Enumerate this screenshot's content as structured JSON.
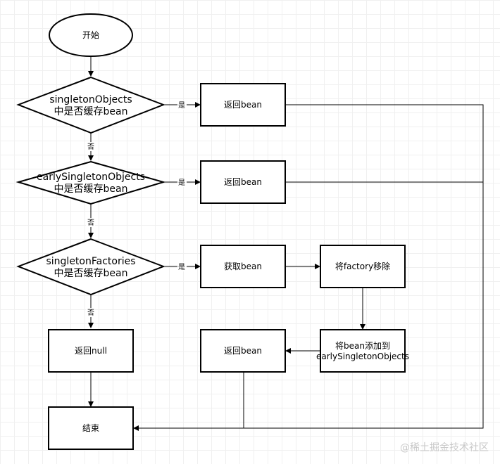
{
  "nodes": {
    "start": "开始",
    "check1_line1": "singletonObjects",
    "check1_line2": "中是否缓存bean",
    "check2_line1": "earlySingletonObjects",
    "check2_line2": "中是否缓存bean",
    "check3_line1": "singletonFactories",
    "check3_line2": "中是否缓存bean",
    "return1": "返回bean",
    "return2": "返回bean",
    "get_bean": "获取bean",
    "remove_factory": "将factory移除",
    "add_early_line1": "将bean添加到",
    "add_early_line2": "earlySingletonObjects",
    "return3": "返回bean",
    "return_null": "返回null",
    "end": "结束"
  },
  "edge_labels": {
    "yes1": "是",
    "yes2": "是",
    "yes3": "是",
    "no1": "否",
    "no2": "否",
    "no3": "否"
  },
  "watermark": "@稀土掘金技术社区"
}
